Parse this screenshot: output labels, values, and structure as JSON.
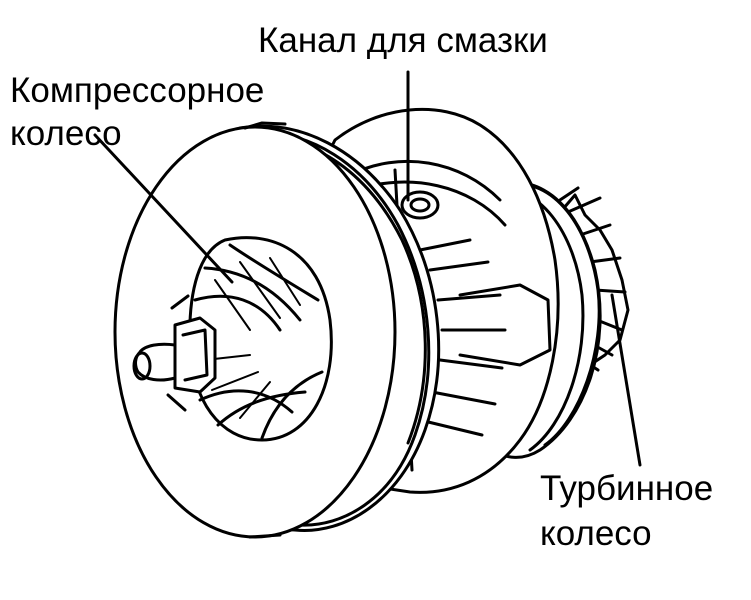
{
  "labels": {
    "oil_channel": "Канал для смазки",
    "compressor_wheel_line1": "Компрессорное",
    "compressor_wheel_line2": "колесо",
    "turbine_wheel_line1": "Турбинное",
    "turbine_wheel_line2": "колесо"
  },
  "colors": {
    "ink": "#000000",
    "background": "#ffffff"
  }
}
